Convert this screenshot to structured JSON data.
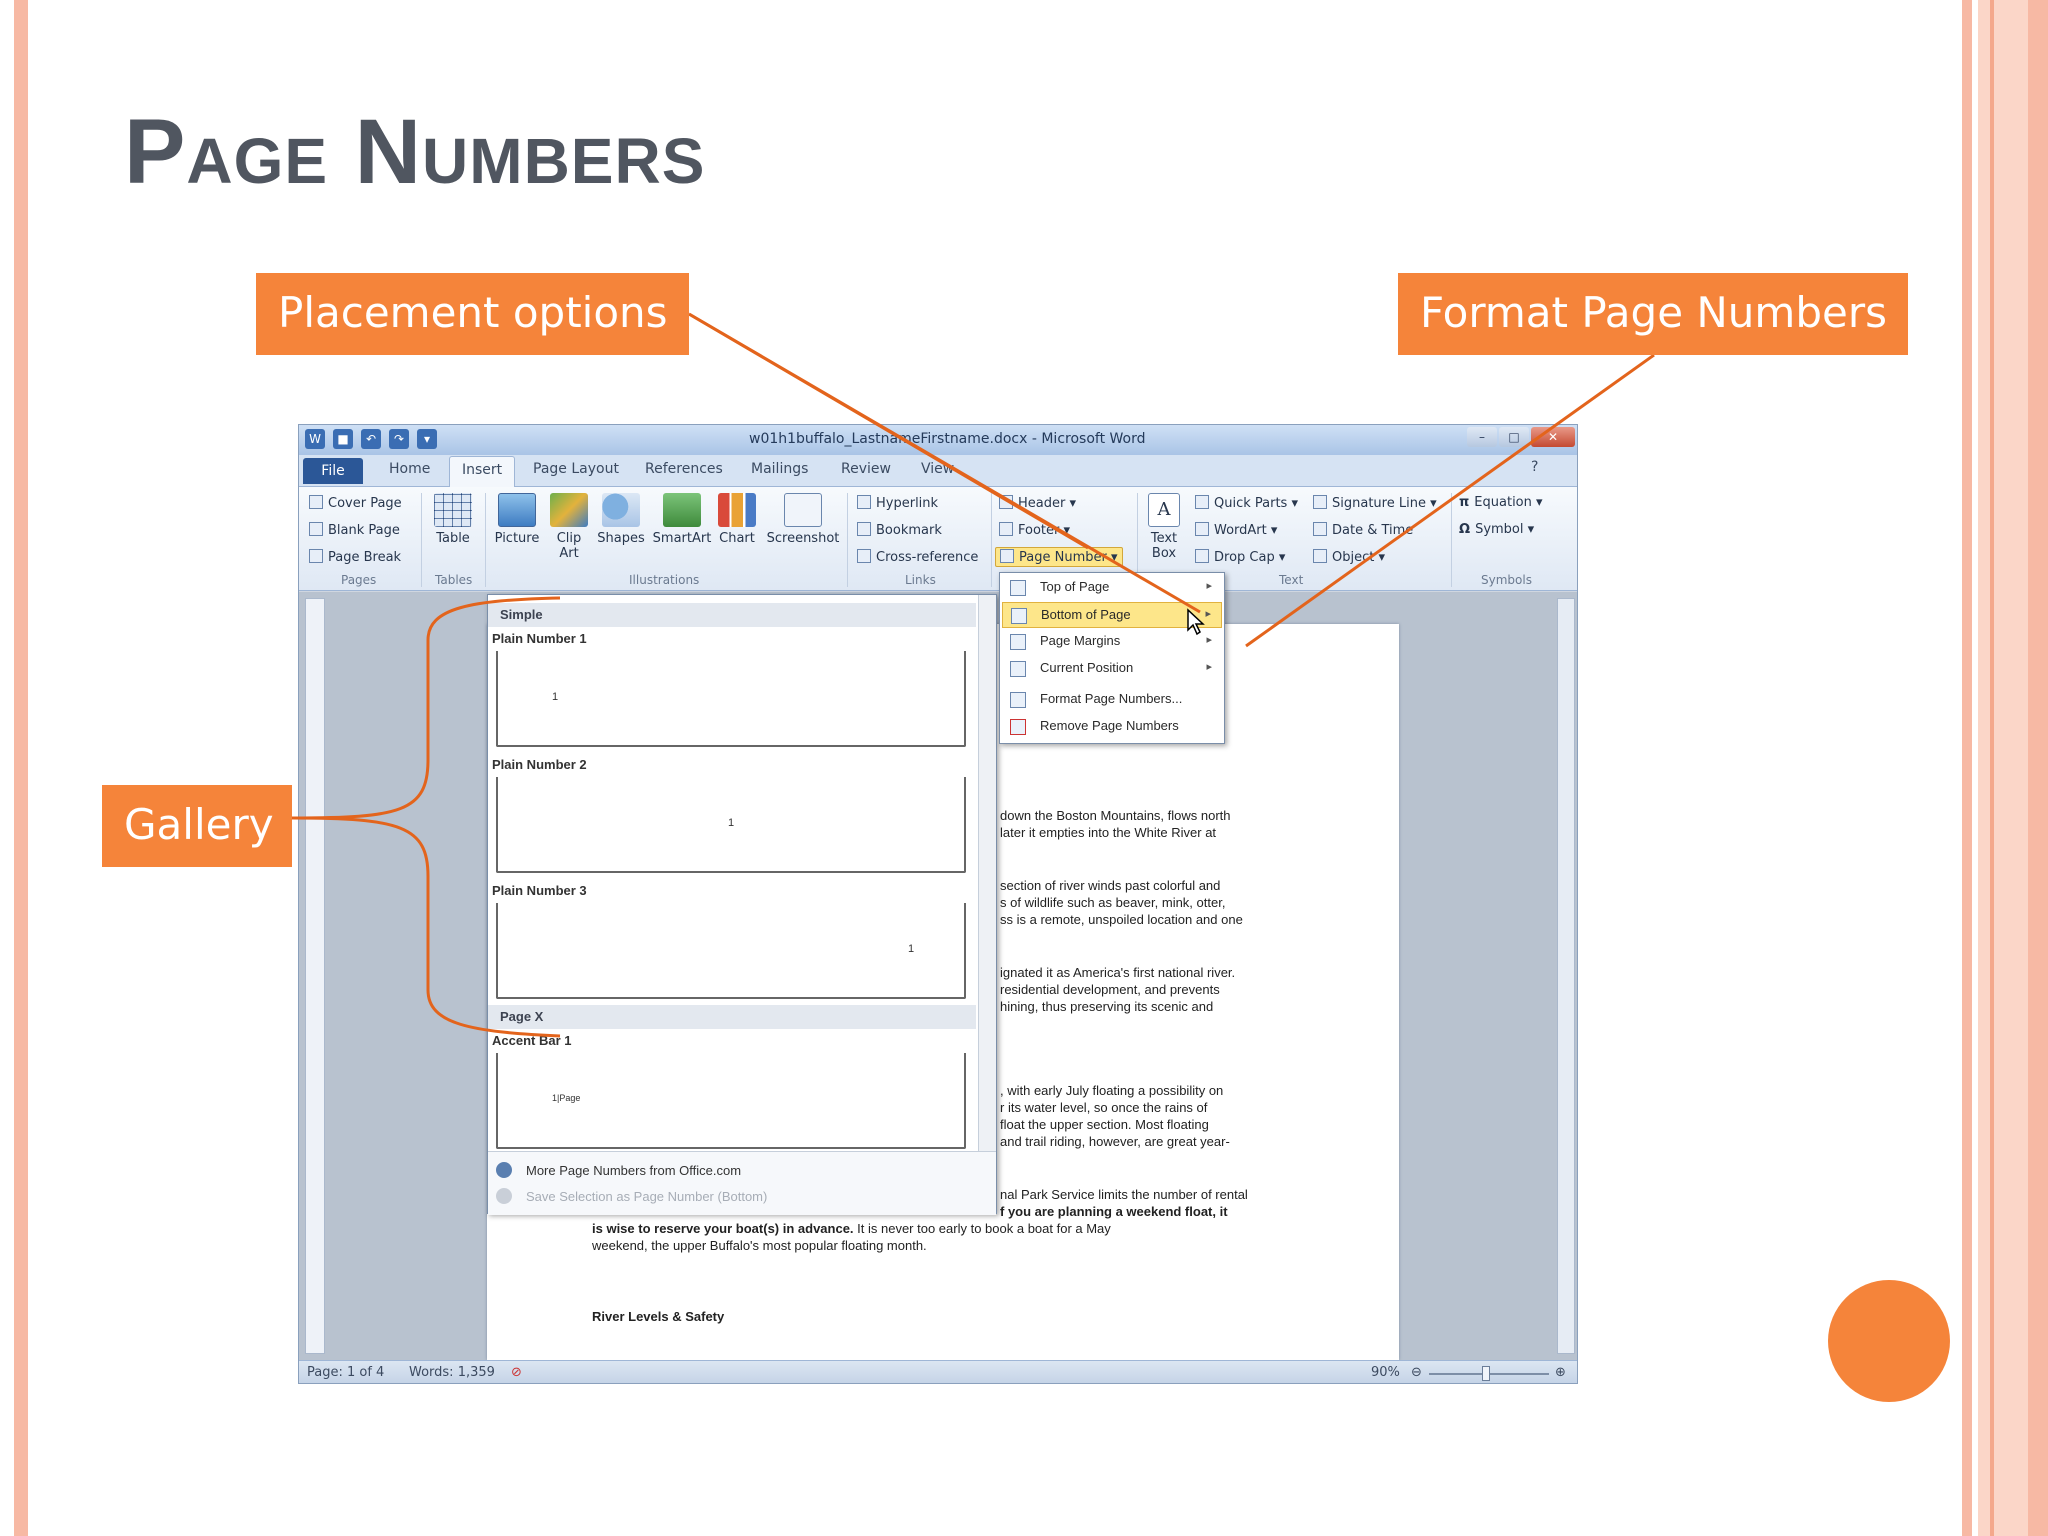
{
  "slide": {
    "title": "Page Numbers",
    "callouts": {
      "placement": "Placement options",
      "format": "Format Page Numbers",
      "gallery": "Gallery"
    },
    "accent_color": "#f5843a"
  },
  "word": {
    "title_bar": "w01h1buffalo_LastnameFirstname.docx - Microsoft Word",
    "tabs": [
      "File",
      "Home",
      "Insert",
      "Page Layout",
      "References",
      "Mailings",
      "Review",
      "View"
    ],
    "active_tab": "Insert",
    "ribbon": {
      "pages": {
        "items": [
          "Cover Page",
          "Blank Page",
          "Page Break"
        ],
        "group": "Pages"
      },
      "tables": {
        "table": "Table",
        "group": "Tables"
      },
      "illustrations": {
        "items": [
          "Picture",
          "Clip Art",
          "Shapes",
          "SmartArt",
          "Chart",
          "Screenshot"
        ],
        "group": "Illustrations"
      },
      "links": {
        "items": [
          "Hyperlink",
          "Bookmark",
          "Cross-reference"
        ],
        "group": "Links"
      },
      "header_footer": {
        "items": [
          "Header",
          "Footer",
          "Page Number"
        ]
      },
      "text": {
        "text_box": "Text Box",
        "items": [
          "Quick Parts",
          "WordArt",
          "Drop Cap",
          "Signature Line",
          "Date & Time",
          "Object"
        ],
        "group": "Text"
      },
      "symbols": {
        "items": [
          "Equation",
          "Symbol"
        ],
        "group": "Symbols"
      }
    },
    "page_number_menu": [
      "Top of Page",
      "Bottom of Page",
      "Page Margins",
      "Current Position",
      "Format Page Numbers...",
      "Remove Page Numbers"
    ],
    "gallery": {
      "section_simple": "Simple",
      "items": [
        "Plain Number 1",
        "Plain Number 2",
        "Plain Number 3"
      ],
      "section_pagex": "Page X",
      "accent_item": "Accent Bar 1",
      "sample_number": "1",
      "accent_sample": "1|Page",
      "more": "More Page Numbers from Office.com",
      "save": "Save Selection as Page Number (Bottom)"
    },
    "document": {
      "lines": [
        "down the Boston Mountains, flows north",
        "later it empties into the White River at",
        "section of river winds past colorful and",
        "s of wildlife such as beaver, mink, otter,",
        "ss is a remote, unspoiled location and one",
        "ignated it as America's first national river.",
        "residential development, and prevents",
        "hining, thus preserving its scenic and",
        ", with early July floating a possibility on",
        "r its water level, so once the rains of",
        "float the upper section. Most floating",
        "and trail riding, however, are great year-",
        "nal Park Service limits the number of rental",
        "f you are planning a weekend float, it"
      ],
      "bold_line": "is wise to reserve your boat(s) in advance.",
      "after_bold": " It is never too early to book a boat for a May",
      "line_weekend": "weekend, the upper Buffalo's most popular floating month.",
      "heading": "River Levels & Safety"
    },
    "status": {
      "page": "Page: 1 of 4",
      "words": "Words: 1,359",
      "zoom": "90%"
    }
  }
}
